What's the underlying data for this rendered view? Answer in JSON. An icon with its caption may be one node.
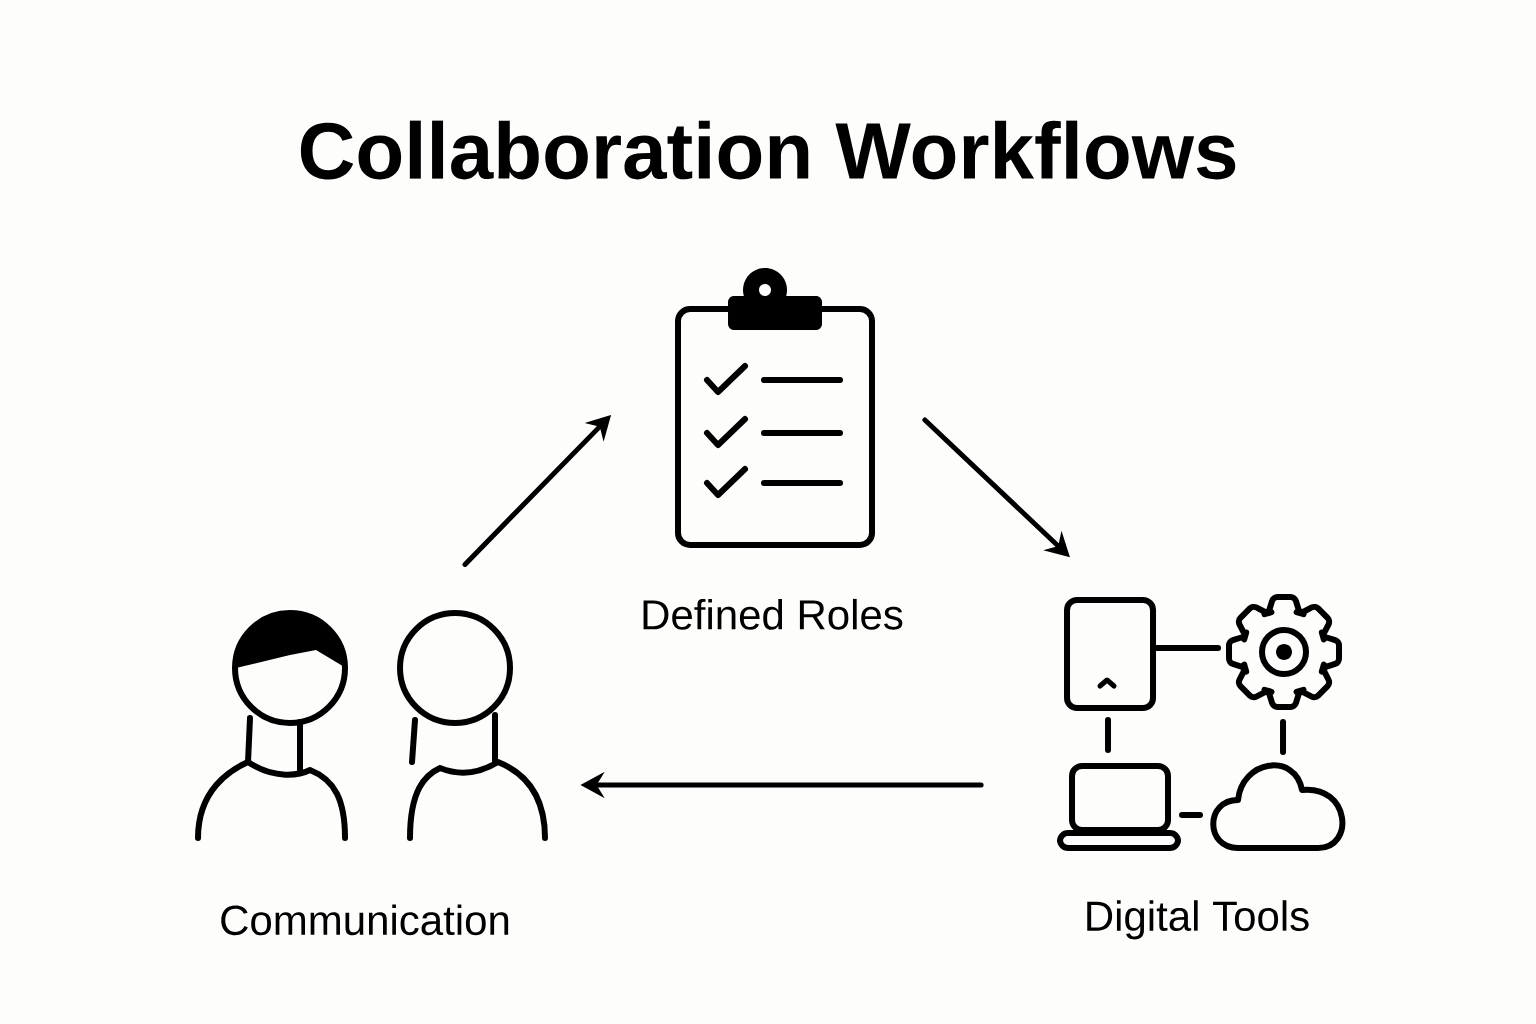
{
  "diagram": {
    "title": "Collaboration Workflows",
    "nodes": [
      {
        "text": [
          "Defined Roles"
        ]
      },
      {
        "text": [
          "Digital Tools"
        ]
      },
      {
        "text": [
          "Communication"
        ]
      }
    ],
    "edges": [
      {
        "from": 2,
        "to": 0,
        "arrow": "to"
      },
      {
        "from": 0,
        "to": 1,
        "arrow": "to"
      },
      {
        "from": 1,
        "to": 2,
        "arrow": "to"
      }
    ]
  }
}
